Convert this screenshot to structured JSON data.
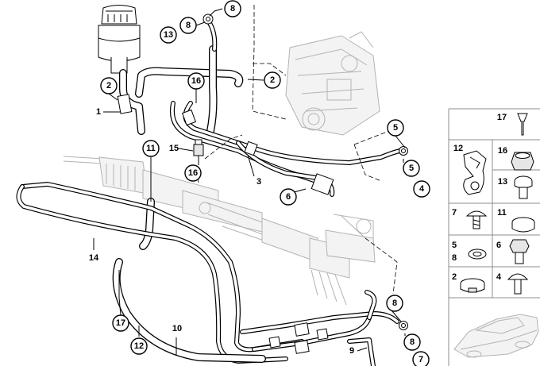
{
  "callouts": {
    "c8_top": "8",
    "c8_left": "8",
    "c13": "13",
    "c2_left": "2",
    "c16_upper": "16",
    "c2_right": "2",
    "c11": "11",
    "c16_lower": "16",
    "c5_upper": "5",
    "c5_lower": "5",
    "c4": "4",
    "c6": "6",
    "c8_bottom1": "8",
    "c17": "17",
    "c12": "12",
    "c10": "10",
    "c8_bottom2": "8",
    "c7": "7"
  },
  "labels": {
    "l1": "1",
    "l15": "15",
    "l3": "3",
    "l14": "14",
    "l9": "9"
  },
  "panel": {
    "p17": "17",
    "p12": "12",
    "p16": "16",
    "p13": "13",
    "p7": "7",
    "p11": "11",
    "p5": "5",
    "p8": "8",
    "p6": "6",
    "p2": "2",
    "p4": "4"
  }
}
